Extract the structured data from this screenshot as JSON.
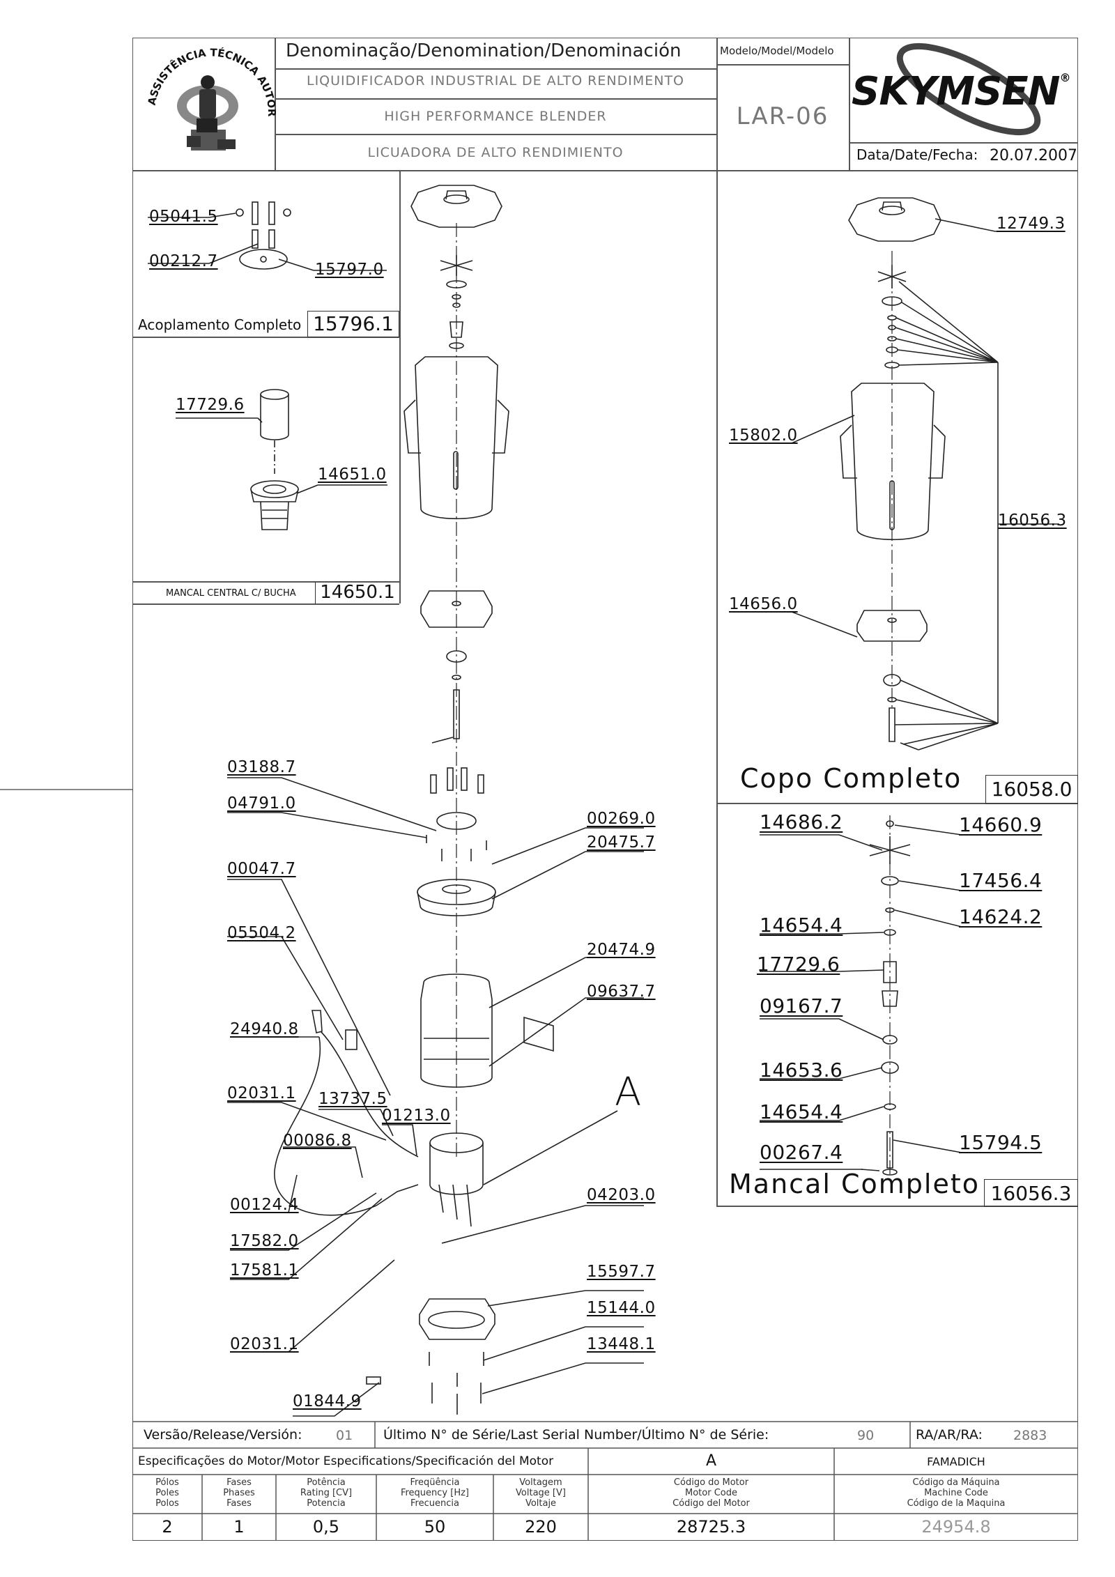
{
  "header": {
    "denomination_label": "Denominação/Denomination/Denominación",
    "model_label": "Modelo/Model/Modelo",
    "name_pt": "LIQUIDIFICADOR INDUSTRIAL DE ALTO RENDIMENTO",
    "name_en": "HIGH PERFORMANCE BLENDER",
    "name_es": "LICUADORA DE ALTO RENDIMIENTO",
    "model": "LAR-06",
    "brand": "SKYMSEN",
    "brand_mark": "®",
    "date_label": "Data/Date/Fecha:",
    "date": "20.07.2007",
    "seal_text": "ASSISTÊNCIA TÉCNICA AUTORIZADA"
  },
  "panels": {
    "coupling": {
      "title": "Acoplamento Completo",
      "code": "15796.1",
      "parts": [
        "05041.5",
        "00212.7",
        "15797.0"
      ]
    },
    "bearing_bush": {
      "title": "MANCAL CENTRAL C/ BUCHA",
      "code": "14650.1",
      "parts": [
        "17729.6",
        "14651.0"
      ]
    },
    "cup": {
      "title": "Copo Completo",
      "code": "16058.0",
      "parts": [
        "12749.3",
        "15802.0",
        "16056.3",
        "14656.0"
      ]
    },
    "bearing": {
      "title": "Mancal Completo",
      "code": "16056.3",
      "parts": [
        "14686.2",
        "14660.9",
        "17456.4",
        "14654.4",
        "14624.2",
        "17729.6",
        "09167.7",
        "14653.6",
        "14654.4",
        "00267.4",
        "15794.5"
      ]
    }
  },
  "main_parts": {
    "left": [
      "03188.7",
      "04791.0",
      "00047.7",
      "05504.2",
      "24940.8",
      "02031.1",
      "13737.5",
      "01213.0",
      "00086.8",
      "00124.4",
      "17582.0",
      "17581.1",
      "02031.1",
      "01844.9"
    ],
    "right": [
      "00269.0",
      "20475.7",
      "20474.9",
      "09637.7",
      "04203.0",
      "15597.7",
      "15144.0",
      "13448.1"
    ],
    "motor_label": "A"
  },
  "footer": {
    "version_label": "Versão/Release/Versión:",
    "version": "01",
    "serial_label": "Último N° de Série/Last Serial Number/Último N° de Série:",
    "serial": "90",
    "ra_label": "RA/AR/RA:",
    "ra": "2883",
    "motor_spec_label": "Especificações do Motor/Motor Especifications/Specificación del Motor",
    "motor_ref": "A",
    "manufacturer": "FAMADICH",
    "poles_label": [
      "Pólos",
      "Poles",
      "Polos"
    ],
    "phases_label": [
      "Fases",
      "Phases",
      "Fases"
    ],
    "power_label": [
      "Potência",
      "Rating [CV]",
      "Potencia"
    ],
    "freq_label": [
      "Freqüência",
      "Frequency [Hz]",
      "Frecuencia"
    ],
    "voltage_label": [
      "Voltagem",
      "Voltage [V]",
      "Voltaje"
    ],
    "motor_code_label": [
      "Código do Motor",
      "Motor Code",
      "Código del Motor"
    ],
    "machine_code_label": [
      "Código da Máquina",
      "Machine Code",
      "Código de la Maquina"
    ],
    "poles": "2",
    "phases": "1",
    "power": "0,5",
    "frequency": "50",
    "voltage": "220",
    "motor_code": "28725.3",
    "machine_code": "24954.8"
  }
}
